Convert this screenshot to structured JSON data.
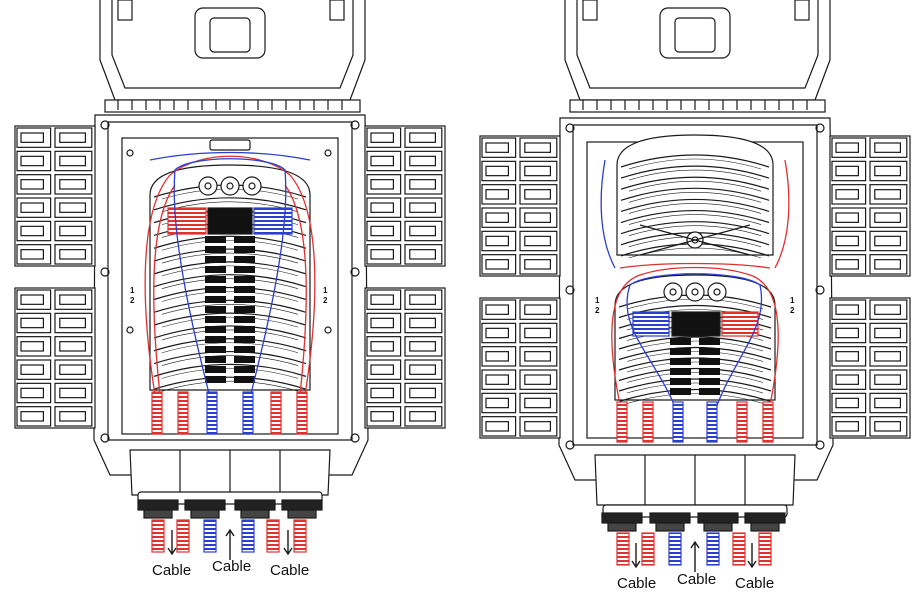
{
  "colors": {
    "outline": "#1a1a1a",
    "red_fiber": "#e03030",
    "blue_fiber": "#2a3fd0",
    "background": "#ffffff",
    "tray_fill": "#ffffff",
    "splice_dark": "#111111"
  },
  "closures": [
    {
      "cable_labels": [
        {
          "text": "Cable"
        },
        {
          "text": "Cable"
        },
        {
          "text": "Cable"
        }
      ],
      "side_labels": [
        "1",
        "2"
      ]
    },
    {
      "cable_labels": [
        {
          "text": "Cable"
        },
        {
          "text": "Cable"
        },
        {
          "text": "Cable"
        }
      ],
      "side_labels": [
        "1",
        "2"
      ]
    }
  ]
}
